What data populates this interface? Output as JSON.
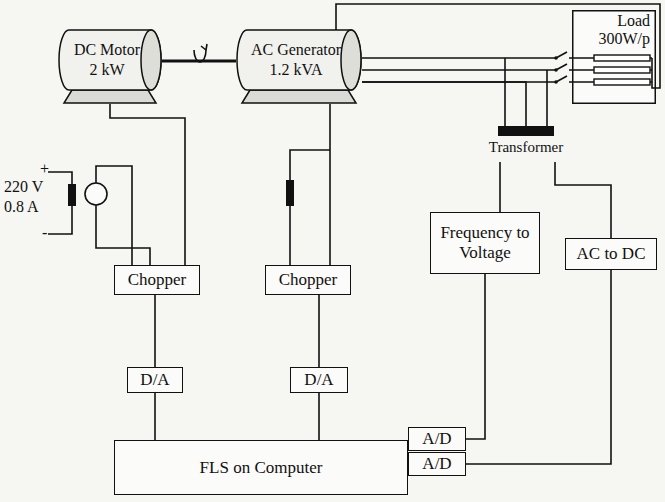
{
  "diagram": {
    "nodes": [
      {
        "text": [
          "DC Motor",
          "2 kW"
        ]
      },
      {
        "text": [
          "AC Generator",
          "1.2 kVA"
        ]
      },
      {
        "text": [
          "Load",
          "300W/p"
        ]
      },
      {
        "text": [
          "Transformer"
        ]
      },
      {
        "text": [
          "Chopper"
        ]
      },
      {
        "text": [
          "Chopper"
        ]
      },
      {
        "text": [
          "Frequency to Voltage"
        ]
      },
      {
        "text": [
          "AC to DC"
        ]
      },
      {
        "text": [
          "D/A"
        ]
      },
      {
        "text": [
          "D/A"
        ]
      },
      {
        "text": [
          "FLS on Computer"
        ]
      },
      {
        "text": [
          "A/D"
        ]
      },
      {
        "text": [
          "A/D"
        ]
      }
    ],
    "edges": [
      {
        "from": 0,
        "to": 1,
        "arrow": "none"
      },
      {
        "from": 1,
        "to": 2,
        "arrow": "none"
      },
      {
        "from": 1,
        "to": 3,
        "arrow": "none"
      },
      {
        "from": 3,
        "to": 6,
        "arrow": "none"
      },
      {
        "from": 3,
        "to": 7,
        "arrow": "none"
      },
      {
        "from": 6,
        "to": 11,
        "arrow": "none"
      },
      {
        "from": 7,
        "to": 12,
        "arrow": "none"
      },
      {
        "from": 10,
        "to": 8,
        "arrow": "none"
      },
      {
        "from": 8,
        "to": 4,
        "arrow": "none"
      },
      {
        "from": 4,
        "to": 0,
        "arrow": "none"
      },
      {
        "from": 10,
        "to": 9,
        "arrow": "none"
      },
      {
        "from": 9,
        "to": 5,
        "arrow": "none"
      },
      {
        "from": 5,
        "to": 1,
        "arrow": "none"
      }
    ],
    "labels": [
      "+",
      "220 V",
      "0.8 A",
      "-"
    ]
  }
}
